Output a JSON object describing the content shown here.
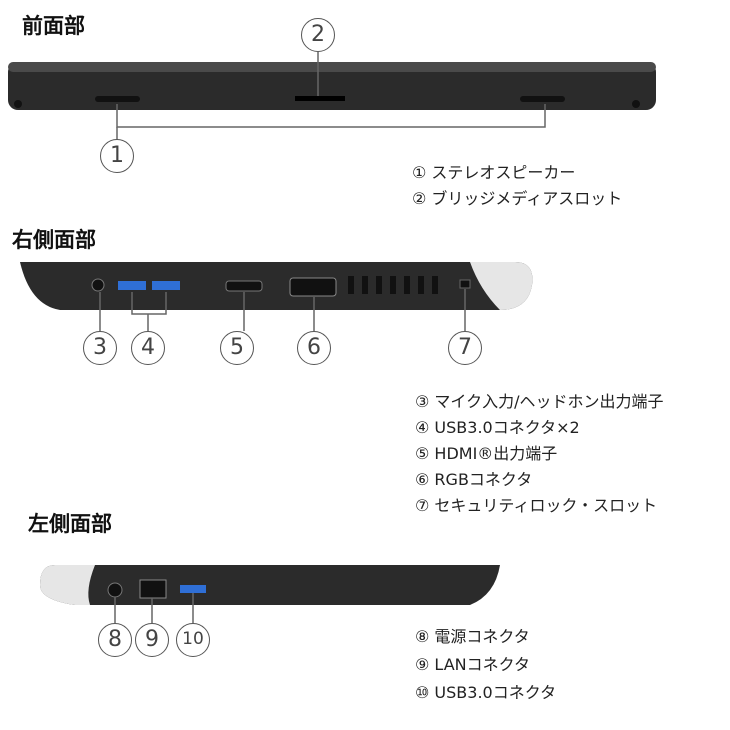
{
  "sections": {
    "front": {
      "title": "前面部",
      "callouts": [
        "1",
        "2"
      ],
      "legend": [
        "① ステレオスピーカー",
        "② ブリッジメディアスロット"
      ]
    },
    "right": {
      "title": "右側面部",
      "callouts": [
        "3",
        "4",
        "5",
        "6",
        "7"
      ],
      "legend": [
        "③ マイク入力/ヘッドホン出力端子",
        "④ USB3.0コネクタ×2",
        "⑤ HDMI®出力端子",
        "⑥ RGBコネクタ",
        "⑦ セキュリティロック・スロット"
      ]
    },
    "left": {
      "title": "左側面部",
      "callouts": [
        "8",
        "9",
        "10"
      ],
      "legend": [
        "⑧ 電源コネクタ",
        "⑨ LANコネクタ",
        "⑩ USB3.0コネクタ"
      ]
    }
  },
  "colors": {
    "body": "#2a2a2a",
    "usb": "#2f6fd6"
  }
}
